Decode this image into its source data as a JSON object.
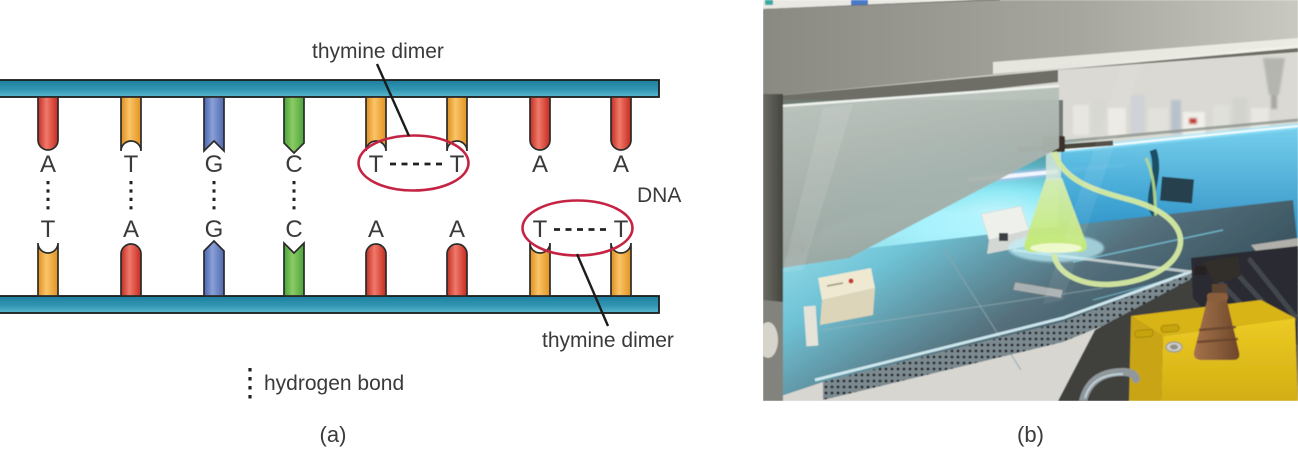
{
  "figure": {
    "panel_a": {
      "caption": "(a)",
      "labels": {
        "thymine_dimer_top": "thymine dimer",
        "thymine_dimer_bottom": "thymine dimer",
        "dna": "DNA",
        "hydrogen_bond": "hydrogen bond"
      },
      "top_strand": [
        {
          "letter": "A",
          "tip": "round"
        },
        {
          "letter": "T",
          "tip": "notch-round"
        },
        {
          "letter": "G",
          "tip": "notch-v"
        },
        {
          "letter": "C",
          "tip": "point-v"
        },
        {
          "letter": "T",
          "tip": "notch-round"
        },
        {
          "letter": "T",
          "tip": "notch-round"
        },
        {
          "letter": "A",
          "tip": "round"
        },
        {
          "letter": "A",
          "tip": "round"
        }
      ],
      "bottom_strand": [
        {
          "letter": "T",
          "tip": "notch-round"
        },
        {
          "letter": "A",
          "tip": "round"
        },
        {
          "letter": "G",
          "tip": "point-v"
        },
        {
          "letter": "C",
          "tip": "notch-v"
        },
        {
          "letter": "A",
          "tip": "round"
        },
        {
          "letter": "A",
          "tip": "round"
        },
        {
          "letter": "T",
          "tip": "notch-round"
        },
        {
          "letter": "T",
          "tip": "notch-round"
        }
      ],
      "hydrogen_bonded_pairs": [
        0,
        1,
        2,
        3
      ],
      "dimers": [
        {
          "strand": "top",
          "positions": [
            4,
            5
          ]
        },
        {
          "strand": "bottom",
          "positions": [
            6,
            7
          ]
        }
      ],
      "colors": {
        "base_fill": {
          "A": [
            "#bf2d20",
            "#f0796b",
            "#c62a1d"
          ],
          "T": [
            "#dd8d1e",
            "#fbc468",
            "#e1931f"
          ],
          "G": [
            "#4a64b0",
            "#8ba0d6",
            "#4f68b2"
          ],
          "C": [
            "#46a33a",
            "#8ccb63",
            "#4aa63c"
          ]
        },
        "backbone": [
          "#1d7e9c",
          "#2f95b3",
          "#5ab7ce"
        ],
        "outline": "#2b2b2b",
        "dimer_circle": "#c52343",
        "bond": "#222222",
        "text": "#3a3a3a"
      }
    },
    "panel_b": {
      "caption": "(b)",
      "palette": {
        "uv_glow": "#63e0f6",
        "uv_lamp": "#eefbff",
        "cabinet_frame": "#94938c",
        "work_surface": "#5f8d9c",
        "waste_bin": "#e5c322",
        "spray_bottle": "#8a5e3c",
        "flask_liquid": "#c9e976"
      }
    }
  }
}
